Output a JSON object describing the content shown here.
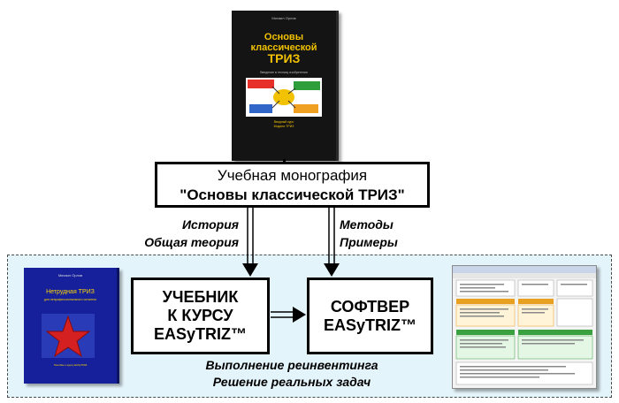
{
  "top_book": {
    "author": "Михаил Орлов",
    "title_line1": "Основы",
    "title_line2": "классической",
    "title_line3": "ТРИЗ",
    "subtitle": "Введение в технику изобретения",
    "caption_line1": "Вводный курс",
    "caption_line2": "Модели ТРИЗ"
  },
  "monograph": {
    "line1": "Учебная монография",
    "line2": "\"Основы классической ТРИЗ\""
  },
  "labels": {
    "left_line1": "История",
    "left_line2": "Общая теория",
    "right_line1": "Методы",
    "right_line2": "Примеры"
  },
  "textbook_box": {
    "line1": "УЧЕБНИК",
    "line2": "К КУРСУ",
    "line3": "EASyTRIZ™"
  },
  "software_box": {
    "line1": "СОФТВЕР",
    "line2": "EASyTRIZ™"
  },
  "left_book": {
    "author": "Михаил Орлов",
    "title": "Нетрудная ТРИЗ",
    "subtitle": "для непрофессионального читателя",
    "footer": "Пособие к курсу EASyTRIZ"
  },
  "bottom_caption": {
    "line1": "Выполнение реинвентинга",
    "line2": "Решение реальных задач"
  },
  "colors": {
    "container_bg": "#e4f4fb",
    "top_book_bg": "#141414",
    "top_book_title": "#f2c200",
    "left_book_bg": "#16209a",
    "left_book_title": "#ffd700"
  }
}
